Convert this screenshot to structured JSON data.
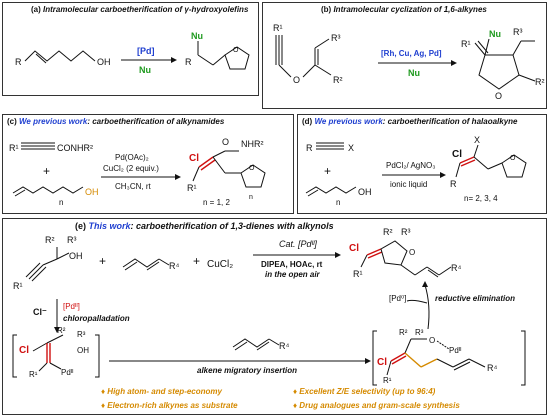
{
  "panel_a": {
    "label": "(a)",
    "title": "Intramolecular carboetherification of γ-hydroxyolefins",
    "substituent_r": "R",
    "oh": "OH",
    "catalyst": "[Pd]",
    "nucleophile": "Nu",
    "product_nu": "Nu",
    "product_r": "R"
  },
  "panel_b": {
    "label": "(b)",
    "title": "Intramolecular cyclization of 1,6-alkynes",
    "r1": "R¹",
    "r2": "R²",
    "r3": "R³",
    "o": "O",
    "catalysts": "[Rh, Cu, Ag, Pd]",
    "nucleophile": "Nu",
    "product_nu": "Nu",
    "product_r1": "R¹",
    "product_r2": "R²",
    "product_r3": "R³",
    "product_o": "O"
  },
  "panel_c": {
    "label": "(c)",
    "title_prefix": "We previous work",
    "title_rest": ": carboetherification of alkynamides",
    "reagent": "R¹",
    "amide": "CONHR²",
    "plus": "+",
    "oh": "OH",
    "n": "n",
    "cond1": "Pd(OAc)₂",
    "cond2": "CuCl₂ (2 equiv.)",
    "cond3": "CH₃CN, rt",
    "cl": "Cl",
    "product_r1": "R¹",
    "product_o": "O",
    "product_nhr": "NHR²",
    "product_n": "n",
    "n_values": "n = 1, 2"
  },
  "panel_d": {
    "label": "(d)",
    "title_prefix": "We previous work",
    "title_rest": ": carboetherification of halaoalkyne",
    "r": "R",
    "x": "X",
    "plus": "+",
    "oh": "OH",
    "n": "n",
    "cond1": "PdCl₂/ AgNO₃",
    "cond2": "ionic liquid",
    "cl": "Cl",
    "product_x": "X",
    "product_r": "R",
    "n_values": "n= 2, 3, 4"
  },
  "panel_e": {
    "label": "(e)",
    "title_prefix": "This work",
    "title_rest": ": carboetherification of 1,3-dienes with alkynols",
    "sm_r1": "R¹",
    "sm_r2": "R²",
    "sm_r3": "R³",
    "sm_oh": "OH",
    "plus1": "+",
    "diene_r4": "R⁴",
    "plus2": "+",
    "cucl2": "CuCl₂",
    "cat_label": "Cat. [Pdᴵᴵ]",
    "cond1": "DIPEA, HOAc, rt",
    "cond2": "in the open air",
    "prod_cl": "Cl",
    "prod_r1": "R¹",
    "prod_r2": "R²",
    "prod_r3": "R³",
    "prod_o": "O",
    "prod_r4": "R⁴",
    "cl_minus": "Cl⁻",
    "pd_label": "[Pdᴵᴵ]",
    "chloropalladation": "chloropalladation",
    "pd0": "[Pd⁰]",
    "reductive_elimination": "reductive elimination",
    "int1_cl": "Cl",
    "int1_r1": "R¹",
    "int1_r2": "R²",
    "int1_r3": "R³",
    "int1_oh": "OH",
    "int1_pd": "Pdᴵᴵ",
    "insertion_diene_r4": "R⁴",
    "insertion": "alkene migratory insertion",
    "int2_cl": "Cl",
    "int2_r1": "R¹",
    "int2_r2": "R²",
    "int2_r3": "R³",
    "int2_o": "O",
    "int2_pd": "Pdᴵᴵ",
    "int2_r4": "R⁴",
    "features": [
      "♦ High atom- and step-economy",
      "♦ Excellent Z/E selectivity (up to 96:4)",
      "♦ Electron-rich alkynes as substrate",
      "♦ Drug analogues and gram-scale synthesis"
    ]
  }
}
